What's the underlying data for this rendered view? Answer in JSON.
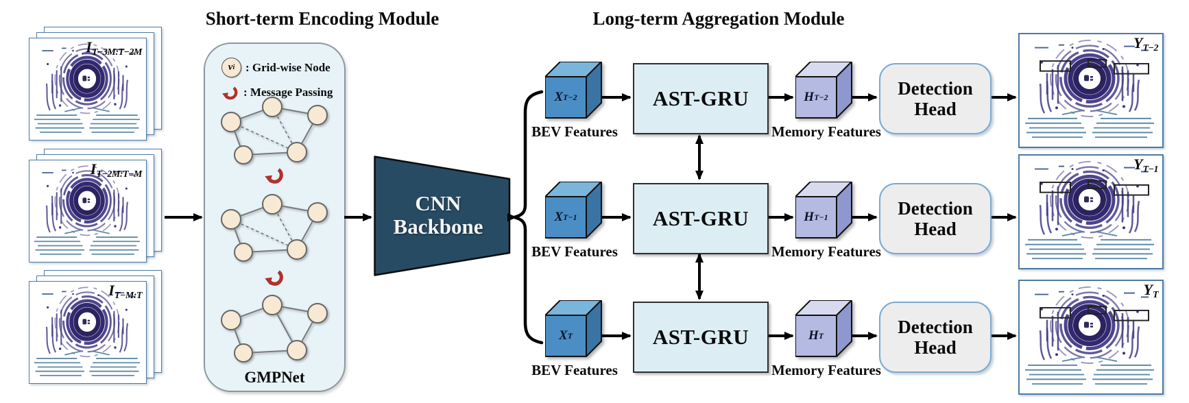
{
  "titles": {
    "short_term": "Short-term Encoding Module",
    "long_term": "Long-term Aggregation Module"
  },
  "inputs": [
    {
      "main": "I",
      "sub": "T−3M:T−2M"
    },
    {
      "main": "I",
      "sub": "T−2M:T−M"
    },
    {
      "main": "I",
      "sub": "T−M:T"
    }
  ],
  "gmpnet": {
    "label": "GMPNet",
    "legend_node": {
      "main": "v",
      "sub": "i",
      "text": ": Grid-wise Node"
    },
    "legend_mp": {
      "text": ": Message Passing"
    }
  },
  "cnn": {
    "line1": "CNN",
    "line2": "Backbone"
  },
  "rows": [
    {
      "x_main": "X",
      "x_sub": "T−2",
      "bev_label": "BEV Features",
      "gru_label": "AST-GRU",
      "h_main": "H",
      "h_sub": "T−2",
      "memory_label": "Memory Features",
      "det_line1": "Detection",
      "det_line2": "Head",
      "y_main": "Y",
      "y_sub": "T−2"
    },
    {
      "x_main": "X",
      "x_sub": "T−1",
      "bev_label": "BEV Features",
      "gru_label": "AST-GRU",
      "h_main": "H",
      "h_sub": "T−1",
      "memory_label": "Memory Features",
      "det_line1": "Detection",
      "det_line2": "Head",
      "y_main": "Y",
      "y_sub": "T−1"
    },
    {
      "x_main": "X",
      "x_sub": "T",
      "bev_label": "BEV Features",
      "gru_label": "AST-GRU",
      "h_main": "H",
      "h_sub": "T",
      "memory_label": "Memory Features",
      "det_line1": "Detection",
      "det_line2": "Head",
      "y_main": "Y",
      "y_sub": "T"
    }
  ],
  "colors": {
    "cnn_fill": "#274b63",
    "gru_fill": "#ddedf4",
    "det_fill": "#ededed",
    "det_border": "#7aaad0",
    "gmpnet_fill": "#e8f3f8",
    "cube_blue_front": "#4a8ec5",
    "cube_blue_top": "#7ab5dc",
    "cube_blue_side": "#3a74a4",
    "cube_purple_front": "#b4bae2",
    "cube_purple_top": "#d8daf0",
    "cube_purple_side": "#8f97cf",
    "node_fill": "#f8e9d4",
    "message_red": "#b2312b",
    "lidar_indigo": "#392f7c",
    "lidar_teal": "#4d7e9e",
    "frame_border": "#4a7aa6"
  }
}
